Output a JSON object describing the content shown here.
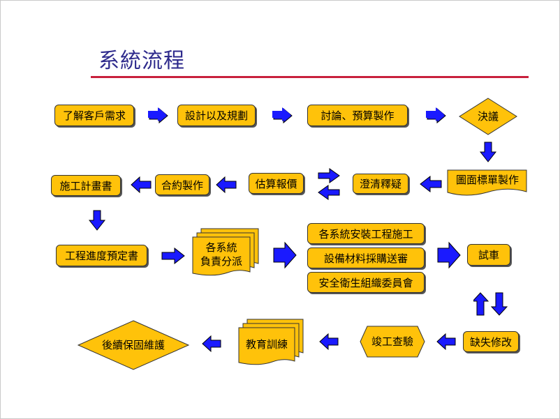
{
  "title": "系統流程",
  "nodes": {
    "understand_needs": "了解客戶需求",
    "design_planning": "設計以及規劃",
    "discuss_budget": "討論、預算製作",
    "decision": "決議",
    "drawing_production": "圖面標單製作",
    "clarify_doubts": "澄清釋疑",
    "estimate_quote": "估算報價",
    "contract_production": "合約製作",
    "construction_plan": "施工計畫書",
    "schedule_book": "工程進度預定書",
    "system_assign_line1": "各系統",
    "system_assign_line2": "負責分派",
    "install_construction": "各系統安裝工程施工",
    "material_procurement": "設備材料採購送審",
    "safety_committee": "安全衛生組織委員會",
    "test_run": "試車",
    "defect_repair": "缺失修改",
    "completion_inspection": "竣工查驗",
    "education_training": "教育訓練",
    "maintenance": "後續保固維護"
  },
  "colors": {
    "node_fill": "#ffc20a",
    "arrow_fill": "#1a1aff",
    "title_color": "#2e2a8c",
    "rule_color": "#c8203c"
  }
}
